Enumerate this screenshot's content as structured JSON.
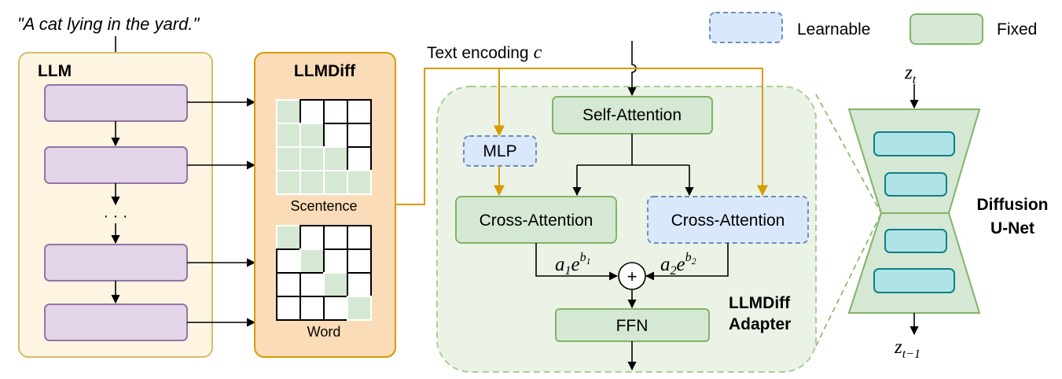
{
  "input_prompt": "\"A cat lying in the yard.\"",
  "legend": {
    "learnable": "Learnable",
    "fixed": "Fixed"
  },
  "llm": {
    "title": "LLM",
    "ellipsis": "· · ·"
  },
  "llmdiff": {
    "title": "LLMDiff",
    "sentence_label": "Scentence",
    "word_label": "Word"
  },
  "text_encoding": {
    "label": "Text encoding",
    "symbol": "c"
  },
  "adapter": {
    "self_attention": "Self-Attention",
    "mlp": "MLP",
    "cross_attention_fixed": "Cross-Attention",
    "cross_attention_learnable": "Cross-Attention",
    "weight1_base": "a",
    "weight1_sub": "1",
    "weight1_e": "e",
    "weight1_exp": "b",
    "weight1_exp_sub": "1",
    "weight2_base": "a",
    "weight2_sub": "2",
    "weight2_e": "e",
    "weight2_exp": "b",
    "weight2_exp_sub": "2",
    "plus": "+",
    "ffn": "FFN",
    "title_line1": "LLMDiff",
    "title_line2": "Adapter"
  },
  "unet": {
    "label_line1": "Diffusion",
    "label_line2": "U-Net",
    "z_top": "z",
    "z_top_sub": "t",
    "z_bottom": "z",
    "z_bottom_sub": "t−1"
  },
  "colors": {
    "llm_bg": "#fdf5e1",
    "llm_border": "#d8bc6a",
    "llm_block_fill": "#e1d5e7",
    "llm_block_border": "#9673a6",
    "llmdiff_bg": "#fbdcb8",
    "llmdiff_border": "#d79b00",
    "fixed_fill": "#d5e8d4",
    "fixed_border": "#82b366",
    "learnable_fill": "#dae8fc",
    "learnable_border": "#6c8ebf",
    "adapter_bg": "#ebf3e6",
    "adapter_border": "#a8cf95",
    "encoding_line": "#d79b00",
    "unet_block_fill": "#b0e3e6",
    "unet_block_border": "#0e8088"
  }
}
